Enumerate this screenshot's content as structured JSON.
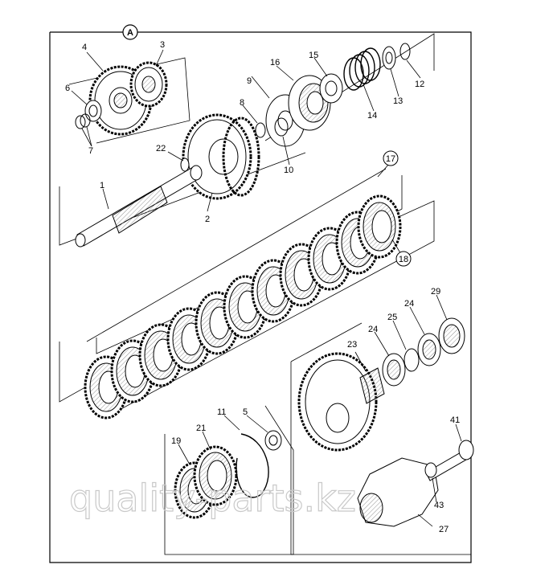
{
  "diagram": {
    "section_label": "A",
    "callouts": [
      "1",
      "2",
      "3",
      "4",
      "5",
      "6",
      "7",
      "8",
      "9",
      "10",
      "11",
      "12",
      "13",
      "14",
      "15",
      "16",
      "19",
      "21",
      "22",
      "23",
      "24",
      "24",
      "25",
      "27",
      "29",
      "41",
      "43"
    ],
    "circled_callouts": [
      "17",
      "18"
    ],
    "watermark": "quality-parts.kz"
  }
}
